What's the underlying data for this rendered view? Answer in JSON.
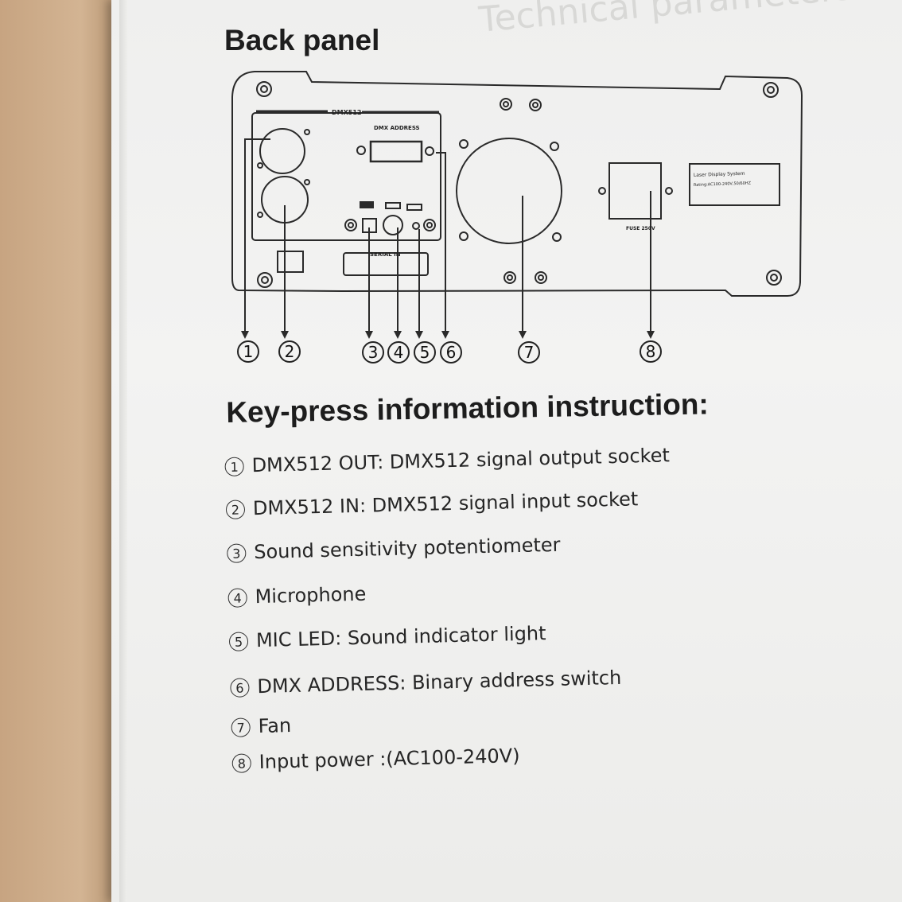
{
  "back_panel": {
    "title": "Back panel",
    "labels": {
      "dmx512": "DMX512",
      "dmx_address": "DMX ADDRESS",
      "serial": "SERIAL IN",
      "fuse": "FUSE 250V",
      "label_line1": "Laser Display System",
      "label_line2": "Rating:AC100-240V,50/60HZ"
    },
    "callouts": [
      "1",
      "2",
      "3",
      "4",
      "5",
      "6",
      "7",
      "8"
    ]
  },
  "key_press": {
    "title": "Key-press information instruction:",
    "items": [
      {
        "num": "1",
        "text": "DMX512 OUT: DMX512 signal output socket"
      },
      {
        "num": "2",
        "text": "DMX512 IN: DMX512 signal input socket"
      },
      {
        "num": "3",
        "text": "Sound sensitivity potentiometer"
      },
      {
        "num": "4",
        "text": "Microphone"
      },
      {
        "num": "5",
        "text": "MIC LED: Sound indicator light"
      },
      {
        "num": "6",
        "text": "DMX ADDRESS: Binary address switch"
      },
      {
        "num": "7",
        "text": "Fan"
      },
      {
        "num": "8",
        "text": "Input power :(AC100-240V)"
      }
    ]
  },
  "ghost_text": "Technical parameters"
}
